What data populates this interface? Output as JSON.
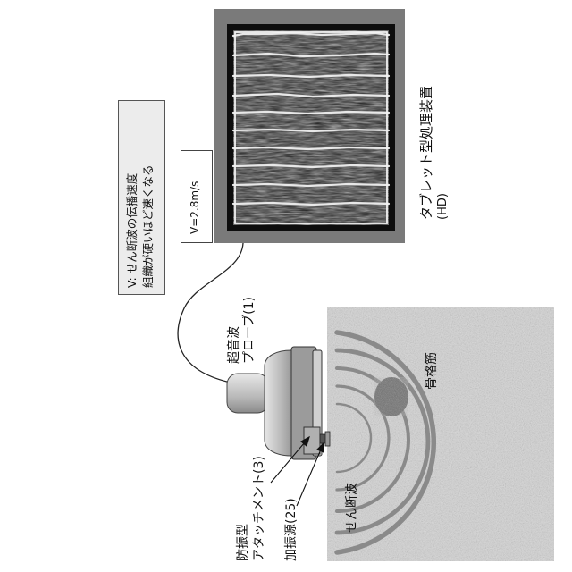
{
  "labels": {
    "callout_line1": "V: せん断波の伝播速度",
    "callout_line2": "組織が硬いほど速くなる",
    "velocity": "V=2.8m/s",
    "device_line1": "タブレット型処理装置",
    "device_line2": "(HD)",
    "probe_line1": "超音波",
    "probe_line2": "プローブ(1)",
    "muscle": "骨格筋",
    "attachment_line1": "防振型",
    "attachment_line2": "アタッチメント(3)",
    "exciter": "加振源(25)",
    "shear_wave": "せん断波"
  },
  "colors": {
    "frame_gray": "#7a7a7a",
    "screen_black": "#0d0d0d",
    "tissue_gray": "#d4d4d4",
    "probe_gray": "#c4c4c4",
    "wave_gray": "#8a8a8a",
    "callout_bg": "#ececec"
  },
  "icons": {
    "probe": "ultrasound-probe-icon",
    "tablet": "tablet-device-icon",
    "muscle": "skeletal-muscle-blob-icon",
    "exciter": "vibration-source-icon"
  }
}
